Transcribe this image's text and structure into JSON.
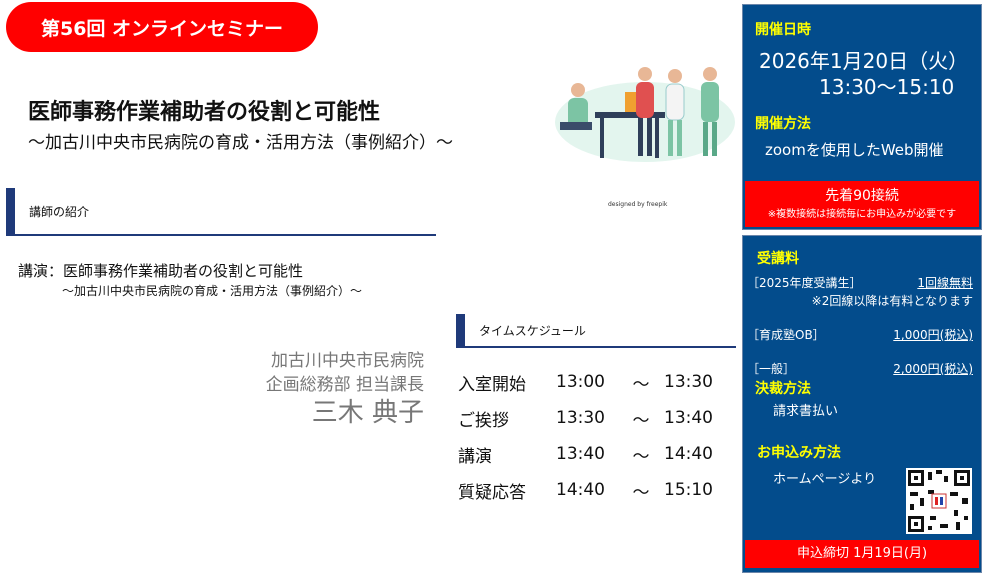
{
  "badge": "第56回 オンラインセミナー",
  "title": "医師事務作業補助者の役割と可能性",
  "subtitle": "～加古川中央市民病院の育成・活用方法（事例紹介）～",
  "illustration_credit": "designed by freepik",
  "speaker_section": {
    "heading": "講師の紹介",
    "lecture": "講演：医師事務作業補助者の役割と可能性",
    "lecture_sub": "～加古川中央市民病院の育成・活用方法（事例紹介）～",
    "org": "加古川中央市民病院",
    "dept": "企画総務部  担当課長",
    "name": "三木 典子"
  },
  "schedule": {
    "heading": "タイムスケジュール",
    "rows": [
      {
        "label": "入室開始",
        "start": "13:00",
        "sep": "～",
        "end": "13:30"
      },
      {
        "label": "ご挨拶",
        "start": "13:30",
        "sep": "～",
        "end": "13:40"
      },
      {
        "label": "講演",
        "start": "13:40",
        "sep": "～",
        "end": "14:40"
      },
      {
        "label": "質疑応答",
        "start": "14:40",
        "sep": "～",
        "end": "15:10"
      }
    ]
  },
  "event": {
    "date_label": "開催日時",
    "date": "2026年1月20日（火）",
    "time": "13:30～15:10",
    "method_label": "開催方法",
    "method": "zoomを使用したWeb開催",
    "capacity": "先着90接続",
    "capacity_note": "※複数接続は接続毎にお申込みが必要です"
  },
  "fees": {
    "label": "受講料",
    "items": [
      {
        "cat": "［2025年度受講生］",
        "price": "1回線無料",
        "note": "※2回線以降は有料となります"
      },
      {
        "cat": "［育成塾OB］",
        "price": "1,000円(税込)"
      },
      {
        "cat": "［一般］",
        "price": "2,000円(税込)"
      }
    ],
    "payment_label": "決裁方法",
    "payment": "請求書払い",
    "apply_label": "お申込み方法",
    "apply": "ホームページより",
    "deadline": "申込締切 1月19日(月)"
  },
  "colors": {
    "accent_red": "#ff0000",
    "panel_blue": "#034c8c",
    "heading_yellow": "#ffff00"
  }
}
